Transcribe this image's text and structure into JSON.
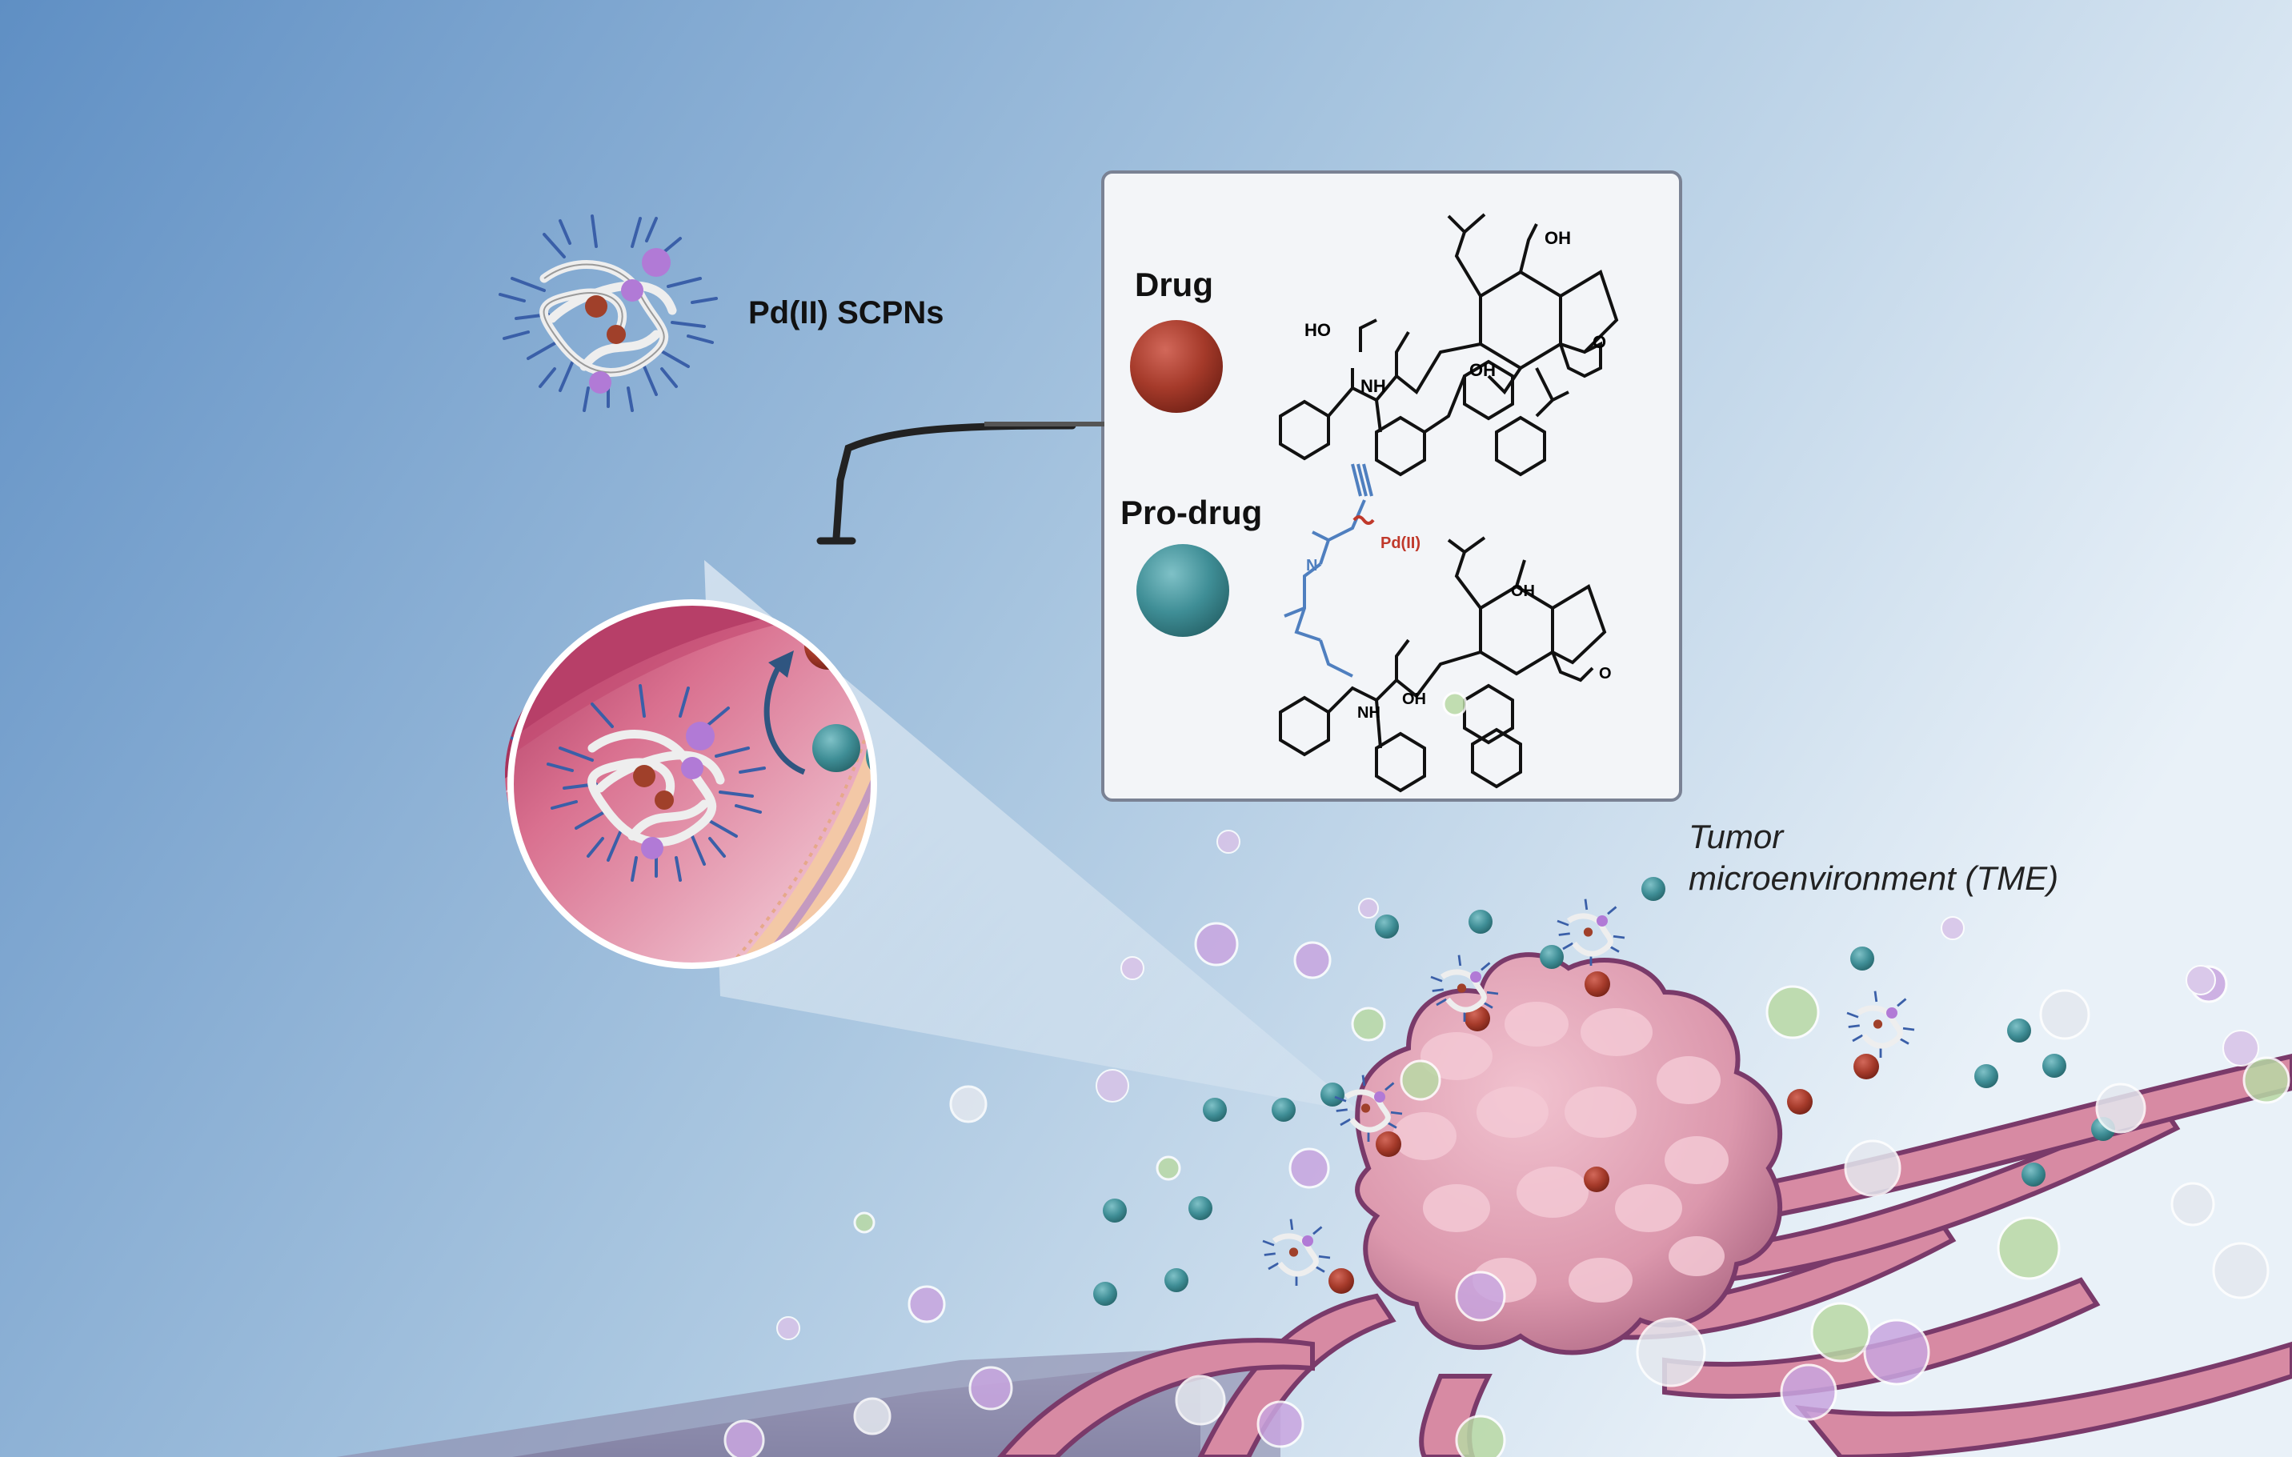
{
  "nanoparticle": {
    "label": "Pd(II) SCPNs"
  },
  "panel": {
    "drug": {
      "label": "Drug",
      "color": "#a53a2a"
    },
    "prodrug": {
      "label": "Pro-drug",
      "color": "#3f8e96"
    },
    "atoms": {
      "oh_top": "OH",
      "ho_left": "HO",
      "oh_bottom": "OH",
      "nh": "NH",
      "o_ring": "O",
      "pd": "Pd(II)",
      "n": "N",
      "oh_top2": "OH",
      "oh_bottom2": "OH",
      "nh2": "NH",
      "o_ring2": "O",
      "o_generic": "O"
    }
  },
  "tme": {
    "line1": "Tumor",
    "line2": "microenvironment (TME)"
  },
  "colors": {
    "bg_dark": "#5f8fc4",
    "bg_light": "#e9f1f8",
    "tumor": "#e0a3b5",
    "tumor_stroke": "#7a3a6a",
    "membrane": "#d95a7d",
    "teal": "#3f8e96",
    "red": "#a53a2a",
    "polymer": "#3a5fa8"
  }
}
